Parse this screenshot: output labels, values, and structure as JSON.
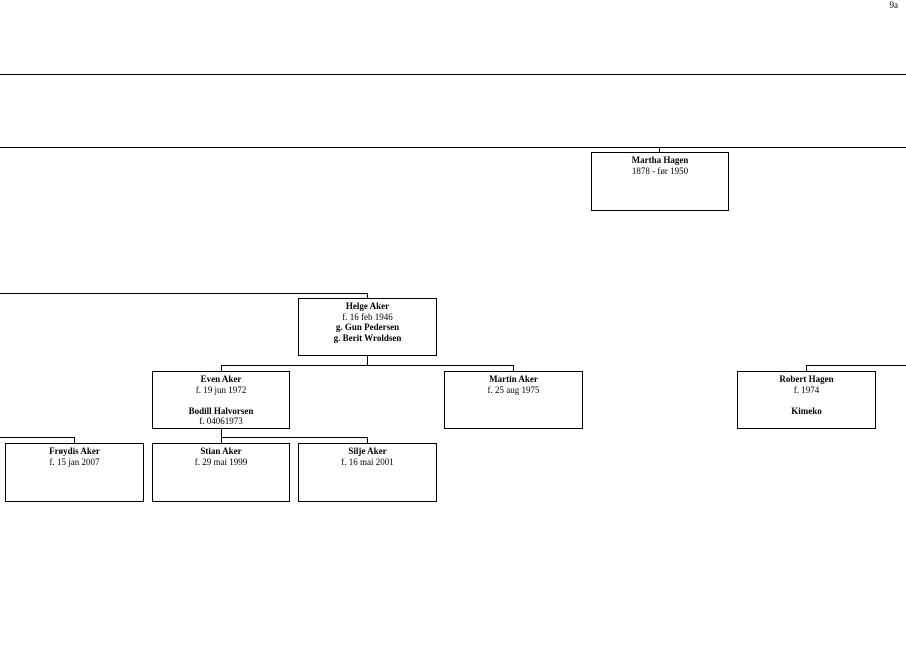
{
  "page_number": "9a",
  "persons": {
    "martha_hagen": {
      "name": "Martha Hagen",
      "dates": "1878 - før 1950"
    },
    "helge_aker": {
      "name": "Helge Aker",
      "birth": "f. 16 feb 1946",
      "spouse_1": "g. Gun Pedersen",
      "spouse_2": "g. Berit Wroldsen"
    },
    "even_aker": {
      "name": "Even Aker",
      "birth": "f. 19 jun 1972",
      "partner_name": "Bodill Halvorsen",
      "partner_birth": "f. 04061973"
    },
    "martin_aker": {
      "name": "Martin Aker",
      "birth": "f. 25 aug 1975"
    },
    "robert_hagen": {
      "name": "Robert Hagen",
      "birth": "f. 1974",
      "note": "Kimeko"
    },
    "froydis_aker": {
      "name": "Frøydis Aker",
      "birth": "f. 15 jan 2007"
    },
    "stian_aker": {
      "name": "Stian Aker",
      "birth": "f. 29 mai 1999"
    },
    "silje_aker": {
      "name": "Silje Aker",
      "birth": "f. 16 mai 2001"
    }
  }
}
